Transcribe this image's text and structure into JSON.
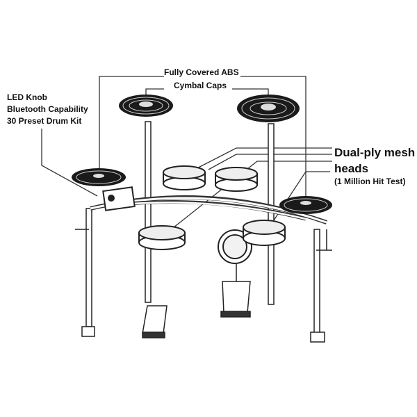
{
  "callouts": {
    "cymbal": [
      "Fully Covered ABS",
      "Cymbal Caps"
    ],
    "module": [
      "LED Knob",
      "Bluetooth Capability",
      "30 Preset Drum Kit"
    ],
    "mesh": [
      "Dual-ply mesh",
      "heads",
      "(1 Million Hit Test)"
    ]
  },
  "colors": {
    "line": "#333333",
    "cymbal": "#1a1a1a",
    "ring": "#cfcfcf"
  }
}
